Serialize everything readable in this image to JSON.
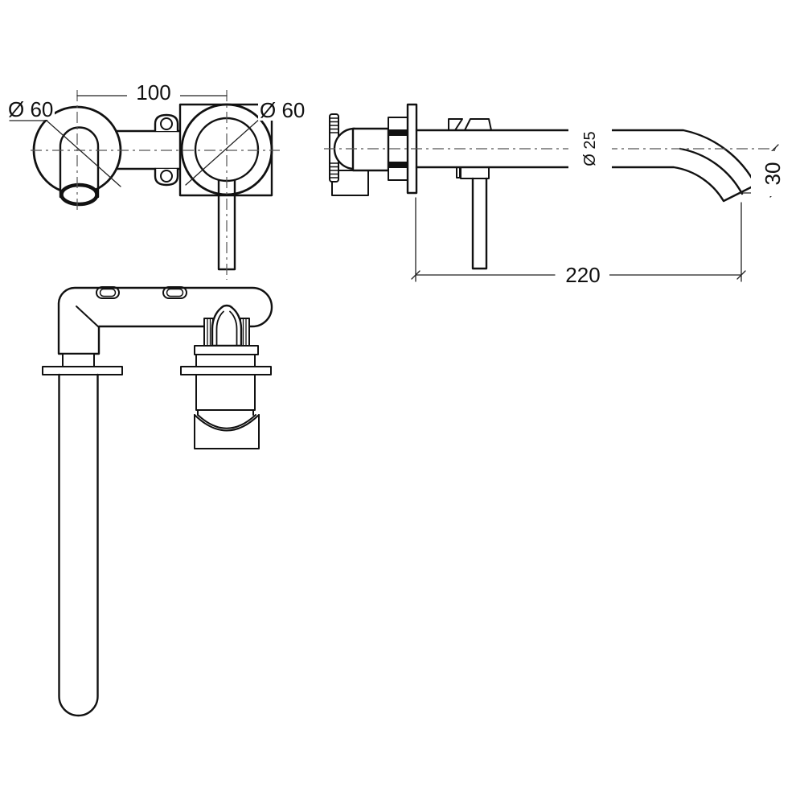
{
  "page": {
    "background": "#ffffff",
    "line_color": "#111111"
  },
  "drawing": {
    "type": "technical-drawing",
    "subject": "wall-mounted basin mixer tap, three orthographic views with dimensions"
  },
  "labels": {
    "dia_left": "Ø 60",
    "spacing": "100",
    "dia_right": "Ø 60",
    "spout_dia": "Ø 25",
    "drop": "30",
    "reach": "220"
  }
}
